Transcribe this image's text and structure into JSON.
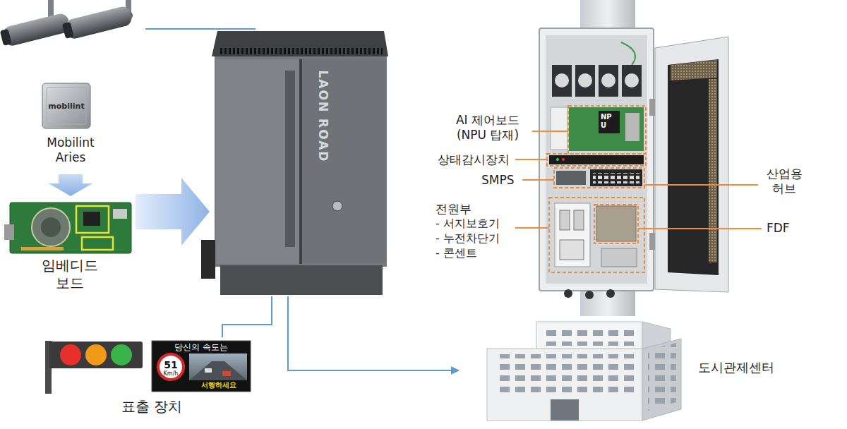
{
  "diagram": {
    "nodes": [
      {
        "text": [
          "mobilint",
          "Mobilint Aries"
        ]
      },
      {
        "text": [
          "임베디드 보드"
        ]
      },
      {
        "text": [
          "LAON ROAD"
        ]
      },
      {
        "text": [
          "표출 장치"
        ]
      },
      {
        "text": [
          "당신의 속도는",
          "51",
          "Km/h",
          "서행하세요"
        ],
        "in": 3
      },
      {
        "text": [
          "도시관제센터"
        ]
      }
    ],
    "edges": [
      {
        "from": 0,
        "to": 1,
        "arrow": "to"
      },
      {
        "from": 1,
        "to": 2,
        "arrow": "to"
      },
      {
        "from": 2,
        "to": 3,
        "arrow": "none"
      },
      {
        "from": 2,
        "to": 5,
        "arrow": "to"
      }
    ],
    "labels": [
      "AI 제어보드 (NPU 탑재)",
      "NPU",
      "상태감시장치",
      "SMPS",
      "전원부",
      "- 서지보호기",
      "- 누전차단기",
      "- 콘센트",
      "산업용 허브",
      "FDF"
    ]
  }
}
